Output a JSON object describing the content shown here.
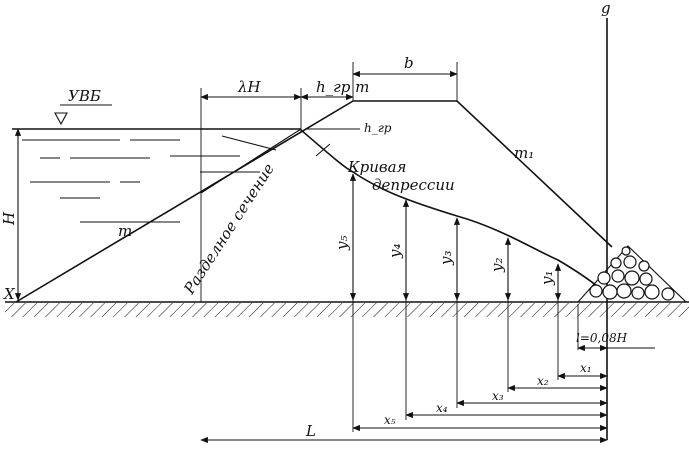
{
  "labels": {
    "uvb": "УВБ",
    "H": "H",
    "X": "X",
    "m_left": "m",
    "m1": "m₁",
    "lambdaH": "λH",
    "h_gr_m": "h_гр m",
    "h_gr": "h_гр",
    "b": "b",
    "g": "g",
    "section": "Разделное сечение",
    "curve_line1": "Кривая",
    "curve_line2": "депрессии",
    "y5": "y₅",
    "y4": "y₄",
    "y3": "y₃",
    "y2": "y₂",
    "y1": "y₁",
    "drain": "l=0,08H",
    "x1": "x₁",
    "x2": "x₂",
    "x3": "x₃",
    "x4": "x₄",
    "x5": "x₅",
    "L": "L"
  }
}
